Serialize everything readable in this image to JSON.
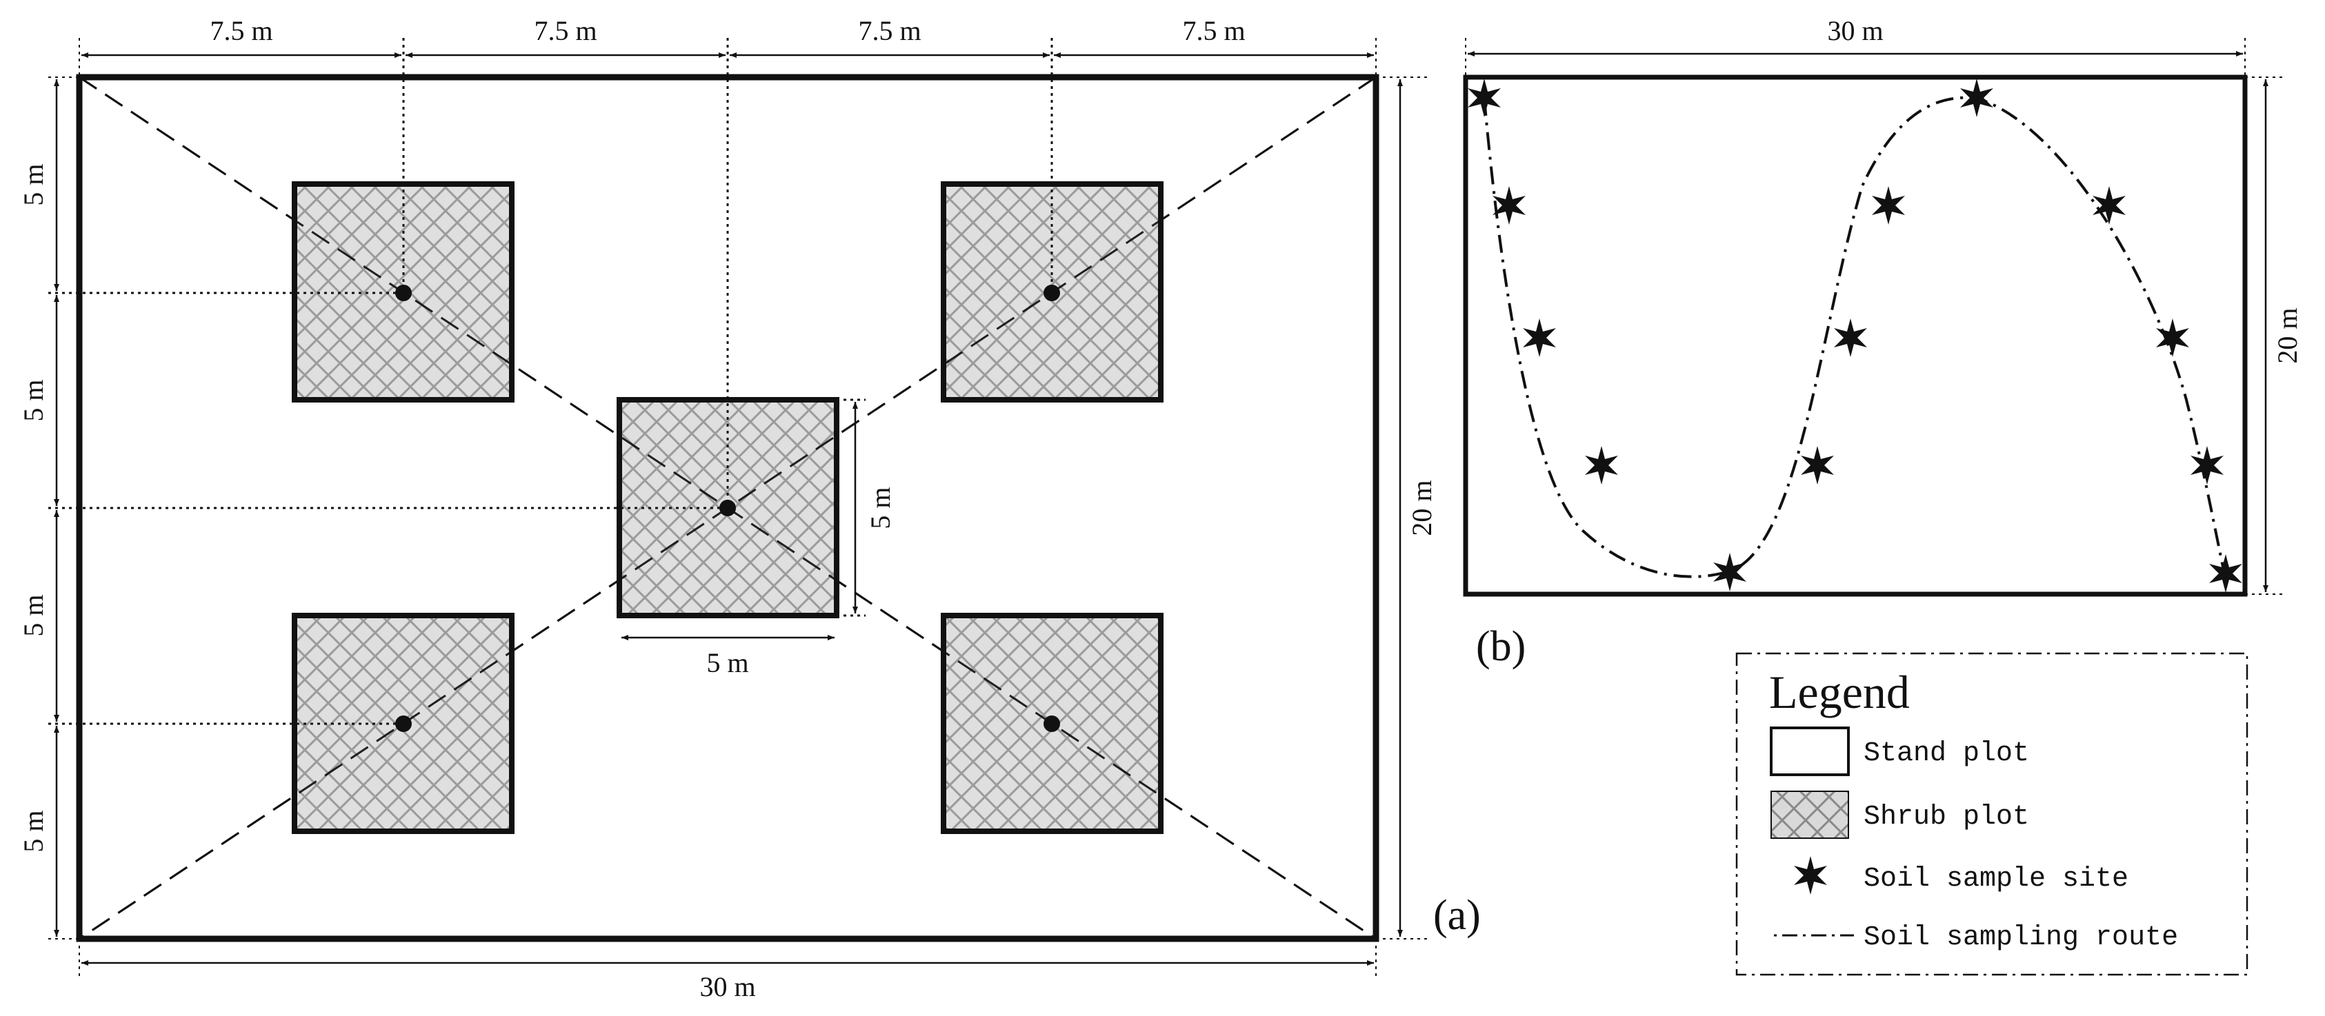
{
  "panel_a": {
    "label": "(a)",
    "top_dims": [
      "7.5 m",
      "7.5 m",
      "7.5 m",
      "7.5 m"
    ],
    "left_dims": [
      "5 m",
      "5 m",
      "5 m",
      "5 m"
    ],
    "bottom_dim": "30 m",
    "right_dim": "20 m",
    "center_shrub_height": "5 m",
    "center_shrub_width": "5 m"
  },
  "panel_b": {
    "label": "(b)",
    "top_dim": "30 m",
    "right_dim": "20 m"
  },
  "legend": {
    "title": "Legend",
    "items": [
      {
        "icon": "stand-plot-icon",
        "label": "Stand plot"
      },
      {
        "icon": "shrub-plot-icon",
        "label": "Shrub plot"
      },
      {
        "icon": "star-icon",
        "label": "Soil sample site"
      },
      {
        "icon": "dash-dot-line-icon",
        "label": "Soil sampling route"
      }
    ]
  },
  "colors": {
    "line": "#111111",
    "shrub_fill": "#d9d9d9",
    "shrub_hatch": "#8a8a8a",
    "background": "#ffffff"
  }
}
